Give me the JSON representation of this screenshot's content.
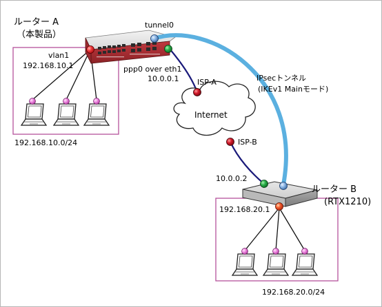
{
  "router_a": {
    "name": "ルーター A",
    "subtitle": "（本製品）",
    "lan_interface": "vlan1",
    "lan_ip": "192.168.10.1",
    "tunnel_interface": "tunnel0",
    "wan_interface": "ppp0 over eth1",
    "wan_ip": "10.0.0.1",
    "isp": "ISP-A",
    "lan_network": "192.168.10.0/24"
  },
  "router_b": {
    "name": "ルーター B",
    "model": "(RTX1210)",
    "wan_ip": "10.0.0.2",
    "lan_ip": "192.168.20.1",
    "isp": "ISP-B",
    "lan_network": "192.168.20.0/24"
  },
  "internet_label": "Internet",
  "tunnel": {
    "label": "IPsecトンネル",
    "mode": "(IKEv1 Mainモード)"
  },
  "colors": {
    "lan_box": "#b5529b",
    "tunnel": "#5bb0e0",
    "wan_link": "#1a1a7a",
    "node_red": "#e8303a",
    "node_green": "#1e9a3a",
    "node_blue": "#7aa6d8",
    "node_pink": "#e37ad6",
    "node_darkred": "#c01424"
  }
}
